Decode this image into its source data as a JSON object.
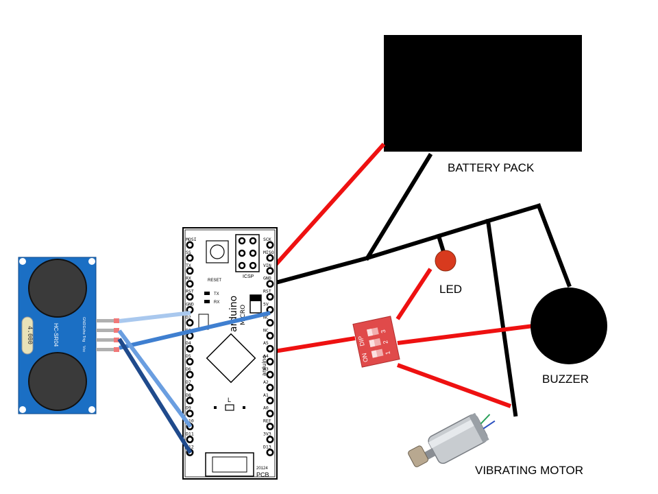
{
  "labels": {
    "battery": "BATTERY PACK",
    "led": "LED",
    "buzzer": "BUZZER",
    "motor": "VIBRATING MOTOR"
  },
  "arduino": {
    "brand": "arduino",
    "model": "MICRO",
    "left_pins": [
      "MOSI",
      "SS",
      "TX",
      "RX",
      "RST",
      "GND",
      "D2",
      "D3",
      "D4",
      "D5",
      "D6",
      "D7",
      "D8",
      "D9",
      "D10",
      "D11",
      "D12"
    ],
    "right_pins": [
      "SCK",
      "MISO",
      "VIN",
      "GND",
      "RST",
      "5V",
      "NC",
      "NC",
      "A5",
      "A4",
      "A3",
      "A2",
      "A1",
      "A0",
      "REF",
      "3V3",
      "D13"
    ],
    "icsp": "ICSP",
    "reset": "RESET",
    "tx": "TX",
    "rx": "RX",
    "l": "L",
    "footer_num": "20124",
    "footer_pcb": "PCB",
    "brand2": "arduino"
  },
  "sensor": {
    "model": "HC-SR04",
    "freq": "4.000",
    "pins": [
      "GND",
      "Echo",
      "Trig",
      "Vcc"
    ]
  },
  "dip": {
    "on": "ON",
    "name": "DIP",
    "numbers": [
      "1",
      "2",
      "3"
    ]
  },
  "colors": {
    "power_wire": "#ee1111",
    "ground_wire": "#000000",
    "sensor_gnd_wire": "#a9c8ee",
    "sensor_echo_wire": "#3f7fd0",
    "sensor_trig_wire": "#6a9ee0",
    "sensor_vcc_wire": "#1f4a8c",
    "sensor_board": "#1b6fc4",
    "dip_body": "#e04a4a",
    "led": "#d83a1e"
  }
}
